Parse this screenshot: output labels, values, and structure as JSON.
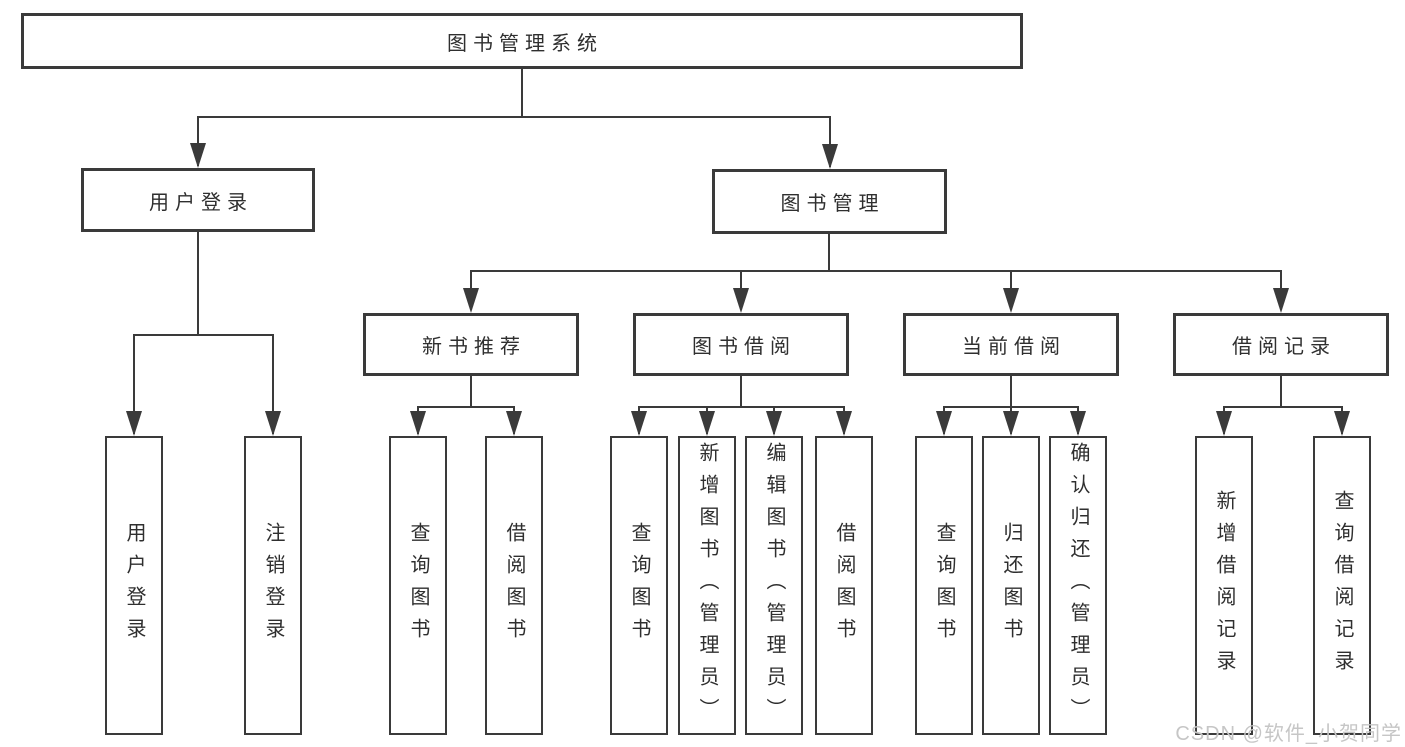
{
  "diagram": {
    "type": "tree",
    "root": {
      "label": "图书管理系统"
    },
    "level2": [
      {
        "label": "用户登录",
        "parent": "图书管理系统"
      },
      {
        "label": "图书管理",
        "parent": "图书管理系统"
      }
    ],
    "level3": [
      {
        "label": "新书推荐",
        "parent": "图书管理"
      },
      {
        "label": "图书借阅",
        "parent": "图书管理"
      },
      {
        "label": "当前借阅",
        "parent": "图书管理"
      },
      {
        "label": "借阅记录",
        "parent": "图书管理"
      }
    ],
    "leaves": [
      {
        "label": "用户登录",
        "parent": "用户登录"
      },
      {
        "label": "注销登录",
        "parent": "用户登录"
      },
      {
        "label": "查询图书",
        "parent": "新书推荐"
      },
      {
        "label": "借阅图书",
        "parent": "新书推荐"
      },
      {
        "label": "查询图书",
        "parent": "图书借阅"
      },
      {
        "label": "新增图书（管理员）",
        "parent": "图书借阅"
      },
      {
        "label": "编辑图书（管理员）",
        "parent": "图书借阅"
      },
      {
        "label": "借阅图书",
        "parent": "图书借阅"
      },
      {
        "label": "查询图书",
        "parent": "当前借阅"
      },
      {
        "label": "归还图书",
        "parent": "当前借阅"
      },
      {
        "label": "确认归还（管理员）",
        "parent": "当前借阅"
      },
      {
        "label": "新增借阅记录",
        "parent": "借阅记录"
      },
      {
        "label": "查询借阅记录",
        "parent": "借阅记录"
      }
    ],
    "colors": {
      "line": "#3a3a3a",
      "text": "#2f2f2f",
      "background": "#ffffff",
      "watermark": "#c6c6c6"
    }
  },
  "watermark": {
    "text": "CSDN @软件_小贺同学"
  }
}
